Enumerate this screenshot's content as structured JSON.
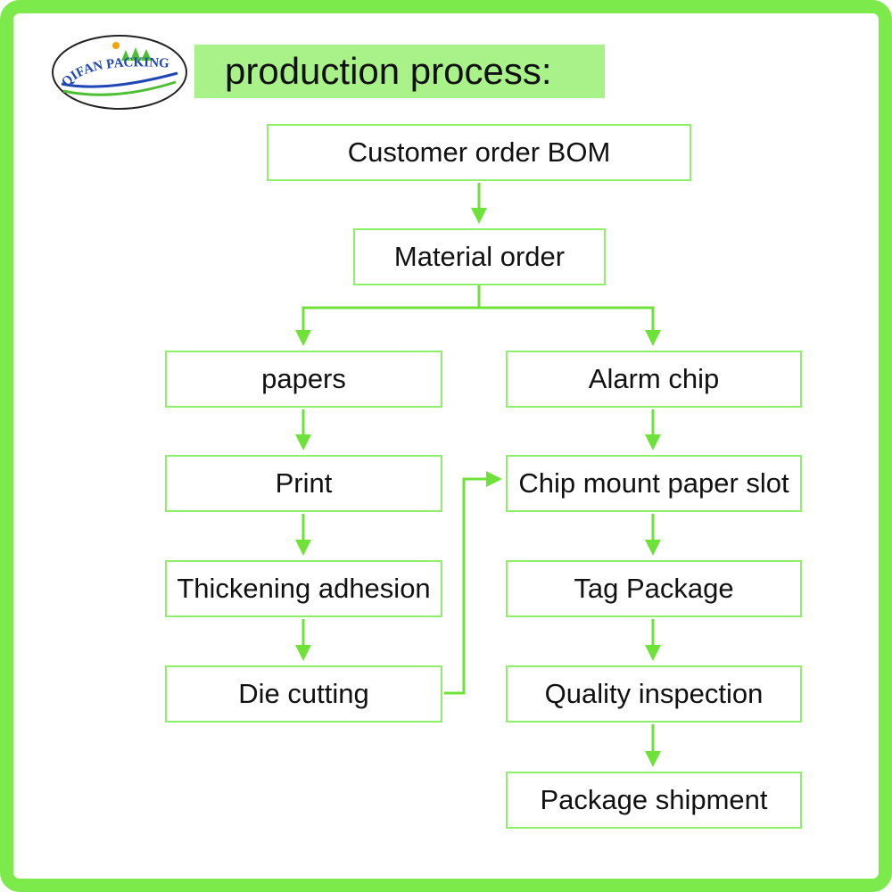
{
  "logo": {
    "text": "QIFAN PACKING"
  },
  "title": "production process:",
  "steps": [
    "Customer order BOM",
    "Material order",
    "papers",
    "Print",
    "Thickening adhesion",
    "Die cutting",
    "Alarm chip",
    "Chip mount paper slot",
    "Tag Package",
    "Quality inspection",
    "Package shipment"
  ],
  "colors": {
    "frame": "#7bea4a",
    "title_band": "#a9f28a",
    "box_border": "#8ef06a",
    "arrow": "#6fe23a",
    "logo_blue": "#1e46b4",
    "logo_green": "#4cbf32"
  }
}
